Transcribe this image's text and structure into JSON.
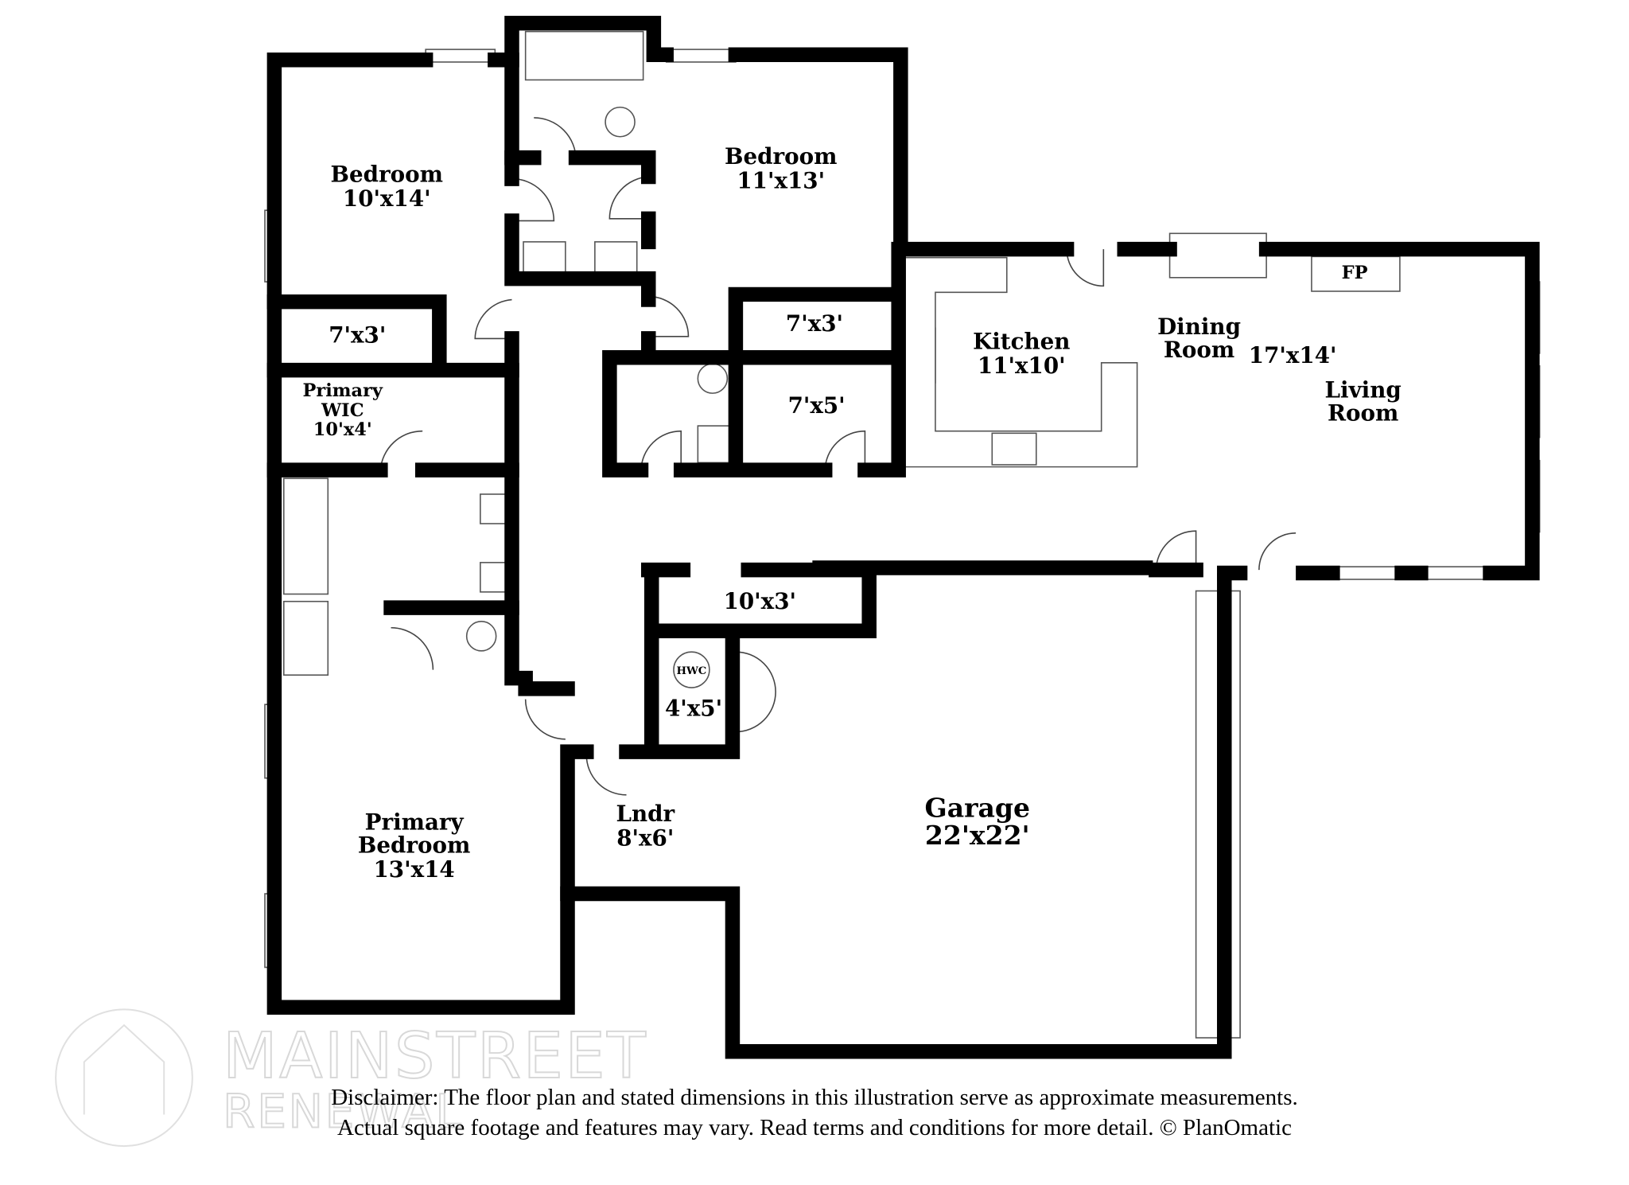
{
  "rooms": {
    "bedroom_left": {
      "name": "Bedroom",
      "dims": "10'x14'"
    },
    "bedroom_right": {
      "name": "Bedroom",
      "dims": "11'x13'"
    },
    "closet_left": {
      "dims": "7'x3'"
    },
    "closet_right": {
      "dims": "7'x3'"
    },
    "closet_hall": {
      "dims": "7'x5'"
    },
    "primary_wic": {
      "name_line1": "Primary",
      "name_line2": "WIC",
      "dims": "10'x4'"
    },
    "kitchen": {
      "name": "Kitchen",
      "dims": "11'x10'"
    },
    "dining": {
      "name_line1": "Dining",
      "name_line2": "Room"
    },
    "living": {
      "dims": "17'x14'",
      "name_line1": "Living",
      "name_line2": "Room"
    },
    "fireplace": {
      "label": "FP"
    },
    "storage": {
      "dims": "10'x3'"
    },
    "water_heater_closet": {
      "label": "HWC",
      "dims": "4'x5'"
    },
    "laundry": {
      "name": "Lndr",
      "dims": "8'x6'"
    },
    "primary_bedroom": {
      "name_line1": "Primary",
      "name_line2": "Bedroom",
      "dims": "13'x14"
    },
    "garage": {
      "name": "Garage",
      "dims": "22'x22'"
    }
  },
  "watermark": {
    "line1": "MAINSTREET",
    "line2": "RENEWAL"
  },
  "disclaimer": {
    "line1": "Disclaimer: The floor plan and stated dimensions in this illustration serve as approximate measurements.",
    "line2": "Actual square footage and features may vary. Read terms and conditions for more detail. © PlanOmatic"
  }
}
